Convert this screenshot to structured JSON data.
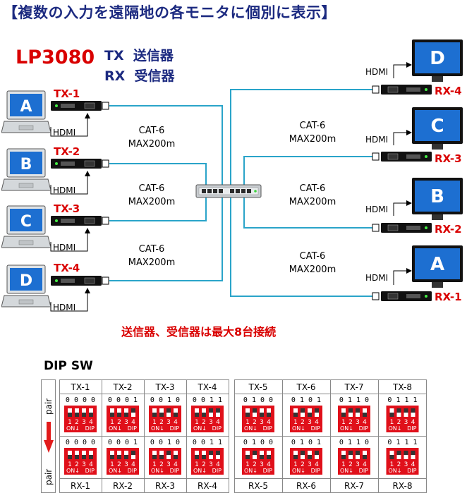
{
  "title": "【複数の入力を遠隔地の各モニタに個別に表示】",
  "model": "LP3080",
  "legend": [
    {
      "code": "TX",
      "desc": "送信器"
    },
    {
      "code": "RX",
      "desc": "受信器"
    }
  ],
  "transmitters": [
    {
      "screen": "A",
      "label": "TX-1",
      "port": "HDMI"
    },
    {
      "screen": "B",
      "label": "TX-2",
      "port": "HDMI"
    },
    {
      "screen": "C",
      "label": "TX-3",
      "port": "HDMI"
    },
    {
      "screen": "D",
      "label": "TX-4",
      "port": "HDMI"
    }
  ],
  "receivers": [
    {
      "screen": "D",
      "label": "RX-4",
      "port": "HDMI"
    },
    {
      "screen": "C",
      "label": "RX-3",
      "port": "HDMI"
    },
    {
      "screen": "B",
      "label": "RX-2",
      "port": "HDMI"
    },
    {
      "screen": "A",
      "label": "RX-1",
      "port": "HDMI"
    }
  ],
  "cable": {
    "type": "CAT-6",
    "max": "MAX200m"
  },
  "note": "送信器、受信器は最大8台接続",
  "dip": {
    "heading": "DIP SW",
    "pair_label": "pair",
    "switch_on": "ON↓",
    "switch_dip": "DIP",
    "switch_numbers": [
      "1",
      "2",
      "3",
      "4"
    ],
    "tx": [
      {
        "label": "TX-1",
        "bits": "0 0 0 0"
      },
      {
        "label": "TX-2",
        "bits": "0 0 0 1"
      },
      {
        "label": "TX-3",
        "bits": "0 0 1 0"
      },
      {
        "label": "TX-4",
        "bits": "0 0 1 1"
      },
      {
        "label": "TX-5",
        "bits": "0 1 0 0"
      },
      {
        "label": "TX-6",
        "bits": "0 1 0 1"
      },
      {
        "label": "TX-7",
        "bits": "0 1 1 0"
      },
      {
        "label": "TX-8",
        "bits": "0 1 1 1"
      }
    ],
    "rx": [
      {
        "label": "RX-1",
        "bits": "0 0 0 0"
      },
      {
        "label": "RX-2",
        "bits": "0 0 0 1"
      },
      {
        "label": "RX-3",
        "bits": "0 0 1 0"
      },
      {
        "label": "RX-4",
        "bits": "0 0 1 1"
      },
      {
        "label": "RX-5",
        "bits": "0 1 0 0"
      },
      {
        "label": "RX-6",
        "bits": "0 1 0 1"
      },
      {
        "label": "RX-7",
        "bits": "0 1 1 0"
      },
      {
        "label": "RX-8",
        "bits": "0 1 1 1"
      }
    ]
  }
}
